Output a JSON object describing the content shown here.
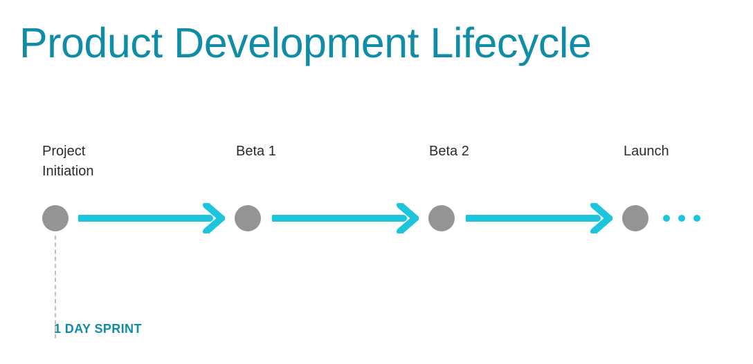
{
  "slide": {
    "title": "Product Development Lifecycle",
    "background_color": "#ffffff"
  },
  "theme": {
    "title_color": "#0f8ca6",
    "accent_color": "#1cc5dc",
    "node_color": "#949494",
    "label_color": "#2b2b2b",
    "dashed_line_color": "#bdbdbd"
  },
  "timeline": {
    "stages": [
      {
        "label": "Project\nInitiation",
        "node_icon": "filled-circle"
      },
      {
        "label": "Beta 1",
        "node_icon": "filled-circle"
      },
      {
        "label": "Beta 2",
        "node_icon": "filled-circle"
      },
      {
        "label": "Launch",
        "node_icon": "filled-circle"
      }
    ],
    "connectors": [
      {
        "icon": "right-arrow-icon"
      },
      {
        "icon": "right-arrow-icon"
      },
      {
        "icon": "right-arrow-icon"
      }
    ],
    "continuation": {
      "icon": "ellipsis-icon",
      "dot_count": 3
    }
  },
  "annotation": {
    "sprint_label": "1 DAY SPRINT",
    "connector_icon": "dashed-vertical-line-icon"
  }
}
